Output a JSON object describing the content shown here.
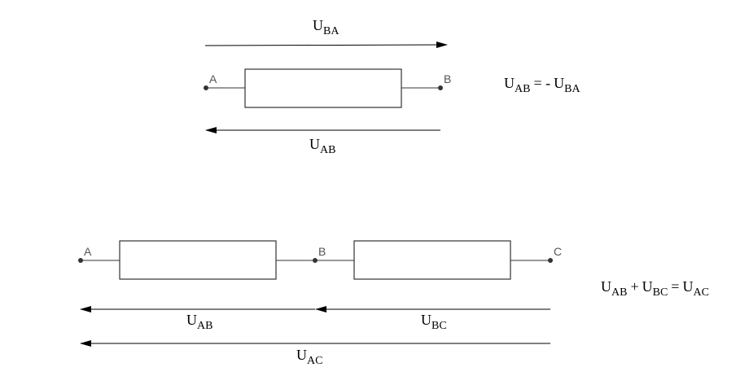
{
  "top": {
    "nodes": [
      "A",
      "B"
    ],
    "arrow_top": {
      "main": "U",
      "sub": "BA"
    },
    "arrow_bottom": {
      "main": "U",
      "sub": "AB"
    },
    "equation": {
      "t1": {
        "main": "U",
        "sub": "AB"
      },
      "op": "= -",
      "t2": {
        "main": "U",
        "sub": "BA"
      }
    }
  },
  "bottom": {
    "nodes": [
      "A",
      "B",
      "C"
    ],
    "arrow_ab": {
      "main": "U",
      "sub": "AB"
    },
    "arrow_bc": {
      "main": "U",
      "sub": "BC"
    },
    "arrow_ac": {
      "main": "U",
      "sub": "AC"
    },
    "equation": {
      "t1": {
        "main": "U",
        "sub": "AB"
      },
      "op1": "+",
      "t2": {
        "main": "U",
        "sub": "BC"
      },
      "op2": "=",
      "t3": {
        "main": "U",
        "sub": "AC"
      }
    }
  }
}
